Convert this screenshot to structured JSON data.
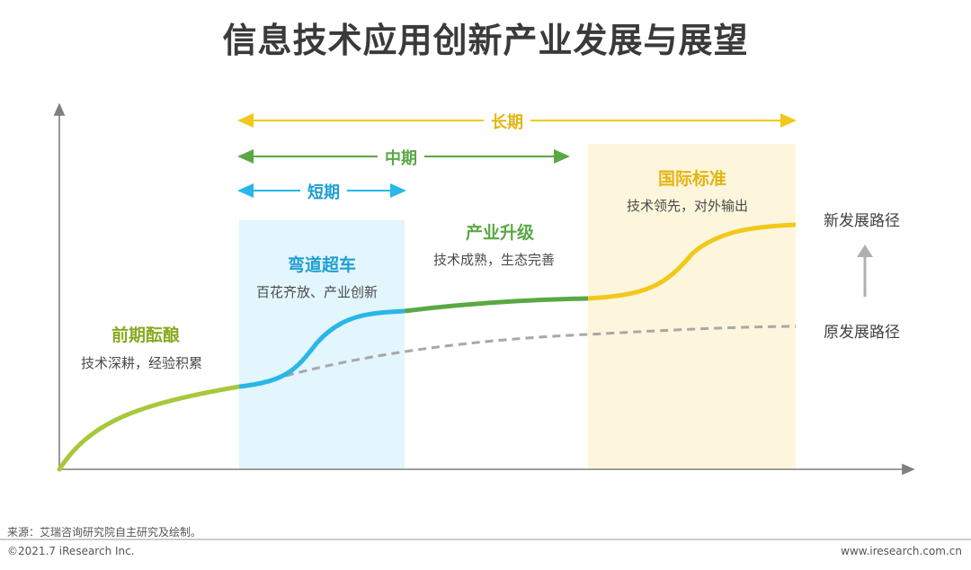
{
  "title": "信息技术应用创新产业发展与展望",
  "spans": {
    "long": "长期",
    "mid": "中期",
    "short": "短期"
  },
  "phases": [
    {
      "title": "前期酝酿",
      "subtitle": "技术深耕，经验积累"
    },
    {
      "title": "弯道超车",
      "subtitle": "百花齐放、产业创新"
    },
    {
      "title": "产业升级",
      "subtitle": "技术成熟，生态完善"
    },
    {
      "title": "国际标准",
      "subtitle": "技术领先，对外输出"
    }
  ],
  "paths": {
    "new": "新发展路径",
    "old": "原发展路径"
  },
  "footer": {
    "source": "来源：艾瑞咨询研究院自主研究及绘制。",
    "copyright": "©2021.7 iResearch Inc.",
    "website": "www.iresearch.com.cn"
  },
  "colors": {
    "early_green": "#a8c83a",
    "short_blue": "#29b6e8",
    "mid_green": "#5aa844",
    "long_yellow": "#f2c81a",
    "short_bg": "#e3f5fd",
    "long_bg": "#fdf6dc",
    "dashed_gray": "#a8a8a8",
    "axis": "#7f7f7f"
  }
}
